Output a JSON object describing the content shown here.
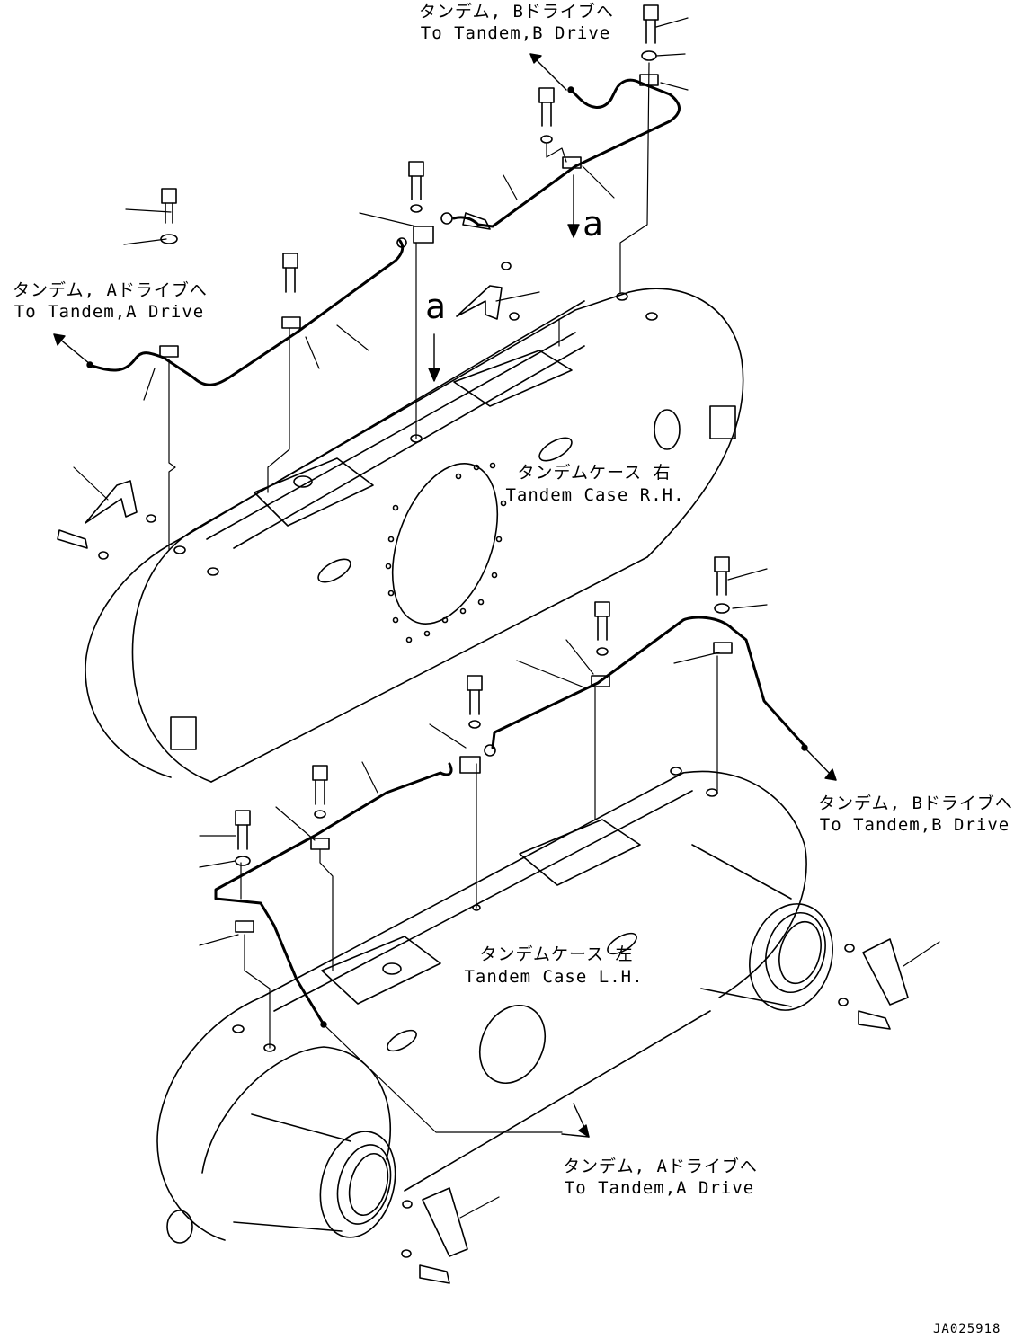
{
  "labels": {
    "b_drive_top_jp": "タンデム, Bドライブへ",
    "b_drive_top_en": "To Tandem,B Drive",
    "a_drive_top_jp": "タンデム, Aドライブへ",
    "a_drive_top_en": "To Tandem,A Drive",
    "case_rh_jp": "タンデムケース 右",
    "case_rh_en": "Tandem Case R.H.",
    "b_drive_mid_jp": "タンデム, Bドライブへ",
    "b_drive_mid_en": "To Tandem,B Drive",
    "case_lh_jp": "タンデムケース 左",
    "case_lh_en": "Tandem Case L.H.",
    "a_drive_bot_jp": "タンデム, Aドライブへ",
    "a_drive_bot_en": "To Tandem,A Drive",
    "view_a_1": "a",
    "view_a_2": "a",
    "drawing_id": "JA025918"
  }
}
